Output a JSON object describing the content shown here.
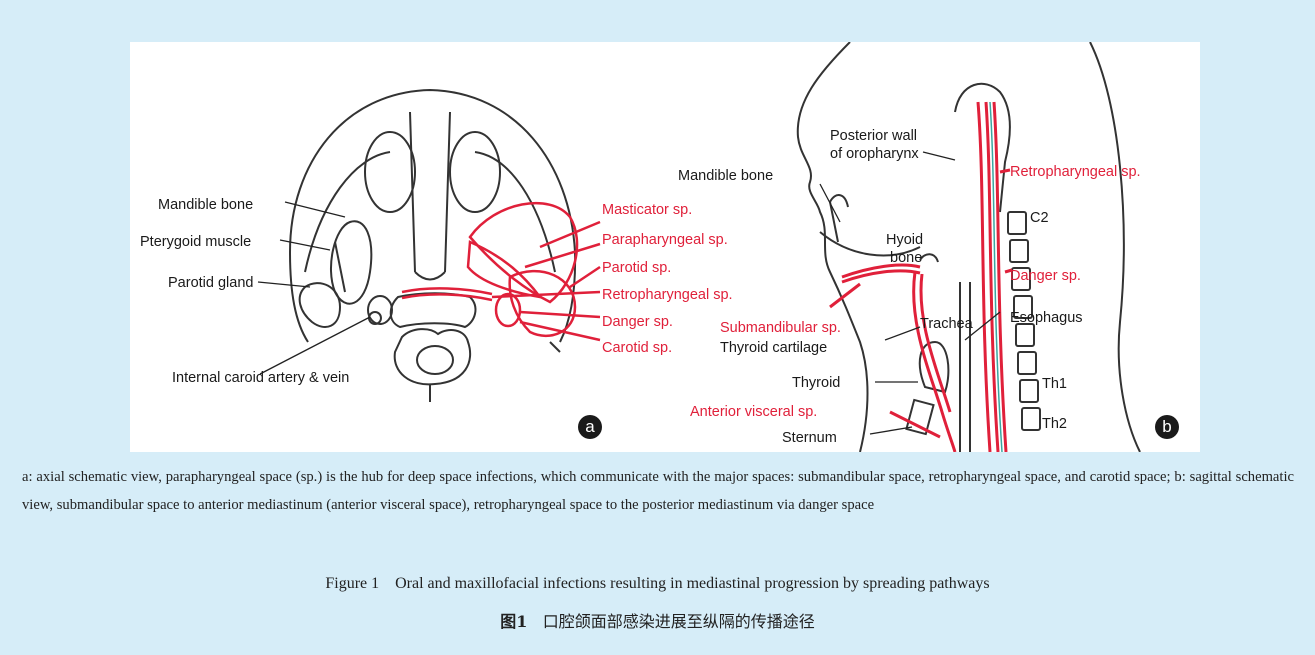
{
  "figure": {
    "panel_a": {
      "badge": "a",
      "left_labels": [
        "Mandible bone",
        "Pterygoid muscle",
        "Parotid gland",
        "Internal caroid artery & vein"
      ],
      "right_labels": [
        "Masticator sp.",
        "Parapharyngeal sp.",
        "Parotid sp.",
        "Retropharyngeal sp.",
        "Danger sp.",
        "Carotid sp."
      ]
    },
    "panel_b": {
      "badge": "b",
      "black_labels": {
        "posterior_wall_line1": "Posterior wall",
        "posterior_wall_line2": "of oropharynx",
        "mandible": "Mandible bone",
        "hyoid_line1": "Hyoid",
        "hyoid_line2": "bone",
        "c2": "C2",
        "trachea": "Trachea",
        "esophagus": "Esophagus",
        "thyroid_cartilage": "Thyroid cartilage",
        "thyroid": "Thyroid",
        "th1": "Th1",
        "th2": "Th2",
        "sternum": "Sternum"
      },
      "red_labels": {
        "retropharyngeal": "Retropharyngeal sp.",
        "danger": "Danger sp.",
        "submandibular": "Submandibular sp.",
        "anterior_visceral": "Anterior visceral sp."
      }
    },
    "colors": {
      "space_red": "#e0203a",
      "outline": "#333333",
      "accent_teal": "#3aa6a0",
      "background": "#d6edf8"
    }
  },
  "caption": {
    "note": "a: axial schematic view, parapharyngeal space (sp.) is the hub for deep space infections, which communicate with the major spaces: submandibular space, retropharyngeal space, and carotid space; b: sagittal schematic view, submandibular space to anterior mediastinum (anterior visceral space), retropharyngeal space to the posterior mediastinum via danger space",
    "english": "Figure 1    Oral and maxillofacial infections resulting in mediastinal progression by spreading pathways",
    "chinese_label": "图1",
    "chinese_text": "口腔颌面部感染进展至纵隔的传播途径"
  }
}
